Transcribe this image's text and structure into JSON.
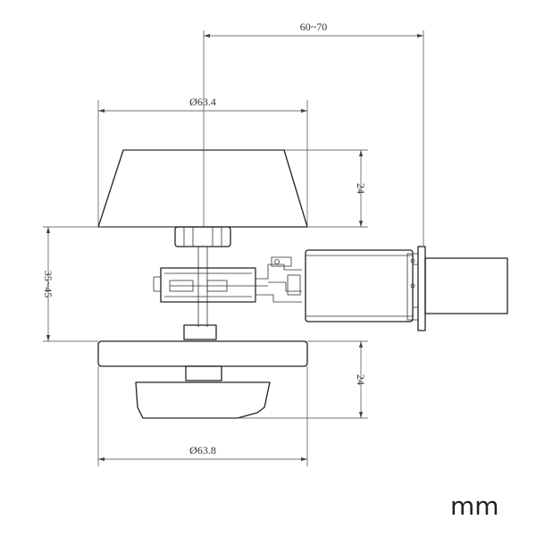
{
  "dimensions": {
    "overall_depth": "60~70",
    "top_diameter": "Ø63.4",
    "top_height": "24",
    "thickness_range": "35~45",
    "bottom_height": "24",
    "bottom_diameter": "Ø63.8"
  },
  "unit": "mm"
}
